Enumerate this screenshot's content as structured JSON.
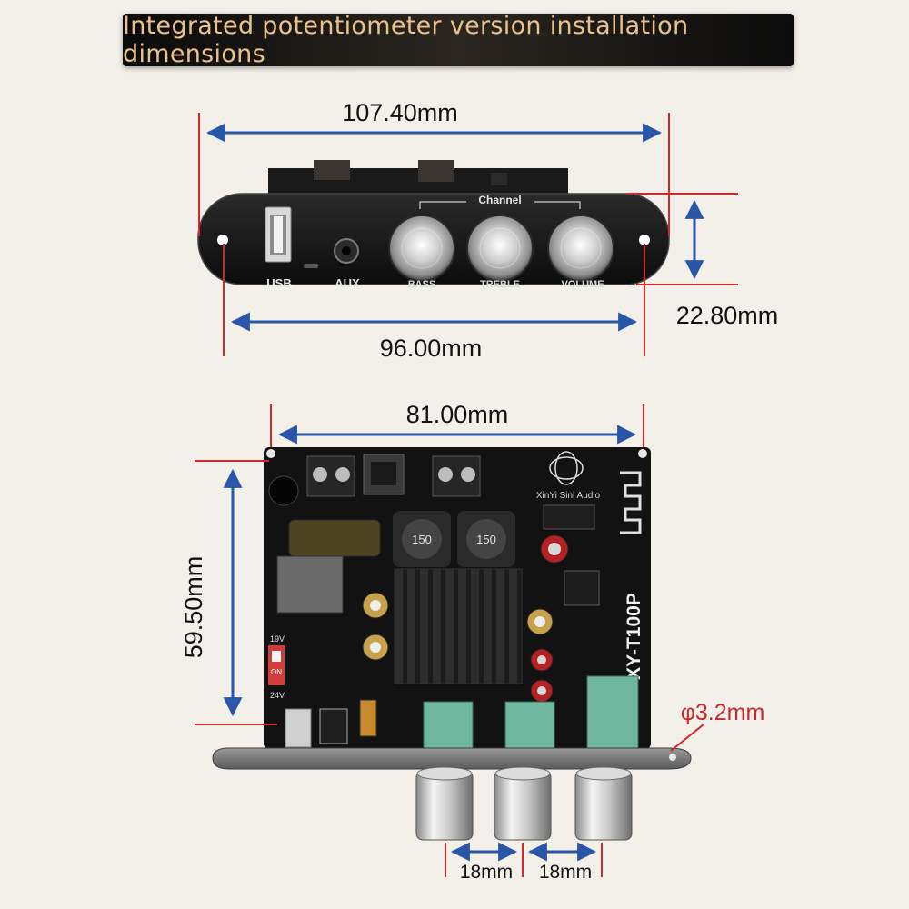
{
  "header": {
    "title": "Integrated potentiometer version installation dimensions"
  },
  "front_panel": {
    "width_label": "107.40mm",
    "height_label": "22.80mm",
    "hole_spacing_label": "96.00mm",
    "channel_label": "Channel",
    "ports": {
      "usb": "USB",
      "aux": "AUX"
    },
    "knobs": [
      "BASS",
      "TREBLE",
      "VOLUME"
    ]
  },
  "board": {
    "hole_spacing_label": "81.00mm",
    "depth_label": "59.50mm",
    "hole_diameter_label": "φ3.2mm",
    "knob_spacing_labels": [
      "18mm",
      "18mm"
    ],
    "model": "XY-T100P",
    "brand": "XinYi Sinl Audio",
    "inductor_code": "150",
    "switch_labels": {
      "top": "19V",
      "on": "ON",
      "bottom": "24V"
    }
  },
  "colors": {
    "dimension_arrow": "#2a56a8",
    "extension_line": "#d0282e",
    "pcb": "#121212",
    "heatsink": "#1c1c1c",
    "banner_text": "#e9c18a"
  }
}
